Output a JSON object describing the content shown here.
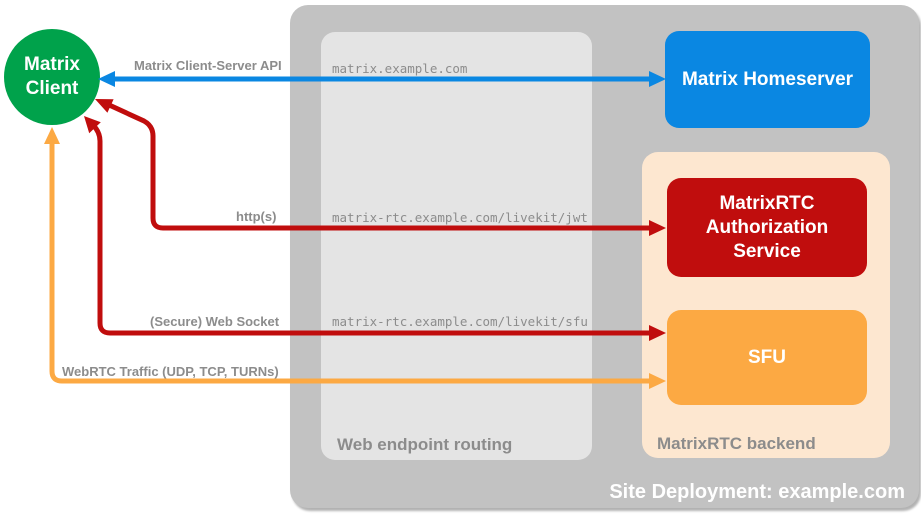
{
  "colors": {
    "green": "#00a24b",
    "blue": "#0a87e2",
    "red": "#c00d0d",
    "orange": "#fca943",
    "peach": "#fde7d0",
    "outer-gray": "#c2c2c2",
    "inner-gray": "#e4e4e4",
    "label-gray": "#8c8c8c"
  },
  "nodes": {
    "client": {
      "label": "Matrix Client"
    },
    "homeserver": {
      "label": "Matrix Homeserver"
    },
    "auth_service": {
      "label": "MatrixRTC Authorization Service"
    },
    "sfu": {
      "label": "SFU"
    }
  },
  "containers": {
    "site_deployment": {
      "caption": "Site Deployment: example.com"
    },
    "web_endpoint_routing": {
      "caption": "Web endpoint routing"
    },
    "matrixrtc_backend": {
      "caption": "MatrixRTC backend"
    }
  },
  "endpoints": {
    "homeserver": "matrix.example.com",
    "jwt": "matrix-rtc.example.com/livekit/jwt",
    "sfu": "matrix-rtc.example.com/livekit/sfu"
  },
  "arrows": {
    "client_server_api": {
      "label": "Matrix Client-Server API",
      "color": "#0a87e2",
      "bidirectional": true
    },
    "https": {
      "label": "http(s)",
      "color": "#c00d0d",
      "bidirectional": true
    },
    "websocket": {
      "label": "(Secure) Web Socket",
      "color": "#c00d0d",
      "bidirectional": true
    },
    "webrtc": {
      "label": "WebRTC Traffic (UDP, TCP, TURNs)",
      "color": "#fca943",
      "bidirectional": true
    }
  }
}
